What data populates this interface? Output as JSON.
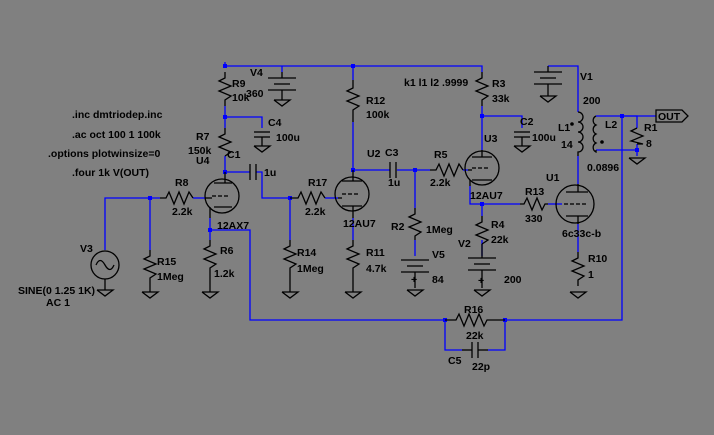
{
  "directives": [
    ".inc dmtriodep.inc",
    ".ac oct 100 1 100k",
    ".options plotwinsize=0",
    ".four 1k V(OUT)"
  ],
  "coupling_directive": "k1 l1 l2 .9999",
  "net_label_out": "OUT",
  "components": {
    "V4": {
      "name": "V4",
      "value": "360"
    },
    "R9": {
      "name": "R9",
      "value": "10k"
    },
    "R7": {
      "name": "R7",
      "value": "150k"
    },
    "C4": {
      "name": "C4",
      "value": "100u"
    },
    "U4": {
      "name": "U4",
      "value": "12AX7"
    },
    "C1": {
      "name": "C1",
      "value": "1u"
    },
    "R8": {
      "name": "R8",
      "value": "2.2k"
    },
    "R6": {
      "name": "R6",
      "value": "1.2k"
    },
    "R15": {
      "name": "R15",
      "value": "1Meg"
    },
    "V3": {
      "name": "V3",
      "value": "SINE(0 1.25 1K)",
      "value2": "AC 1"
    },
    "R12": {
      "name": "R12",
      "value": "100k"
    },
    "R17": {
      "name": "R17",
      "value": "2.2k"
    },
    "R14": {
      "name": "R14",
      "value": "1Meg"
    },
    "U2": {
      "name": "U2",
      "value": "12AU7"
    },
    "R11": {
      "name": "R11",
      "value": "4.7k"
    },
    "C3": {
      "name": "C3",
      "value": "1u"
    },
    "R5": {
      "name": "R5",
      "value": "2.2k"
    },
    "R2": {
      "name": "R2",
      "value": "1Meg"
    },
    "V5": {
      "name": "V5",
      "value": "84"
    },
    "R3": {
      "name": "R3",
      "value": "33k"
    },
    "C2": {
      "name": "C2",
      "value": "100u"
    },
    "U3": {
      "name": "U3",
      "value": "12AU7"
    },
    "R4": {
      "name": "R4",
      "value": "22k"
    },
    "V2": {
      "name": "V2",
      "value": "200"
    },
    "R13": {
      "name": "R13",
      "value": "330"
    },
    "U1": {
      "name": "U1",
      "value": "6c33c-b"
    },
    "R10": {
      "name": "R10",
      "value": "1"
    },
    "V1": {
      "name": "V1",
      "value": "200"
    },
    "L1": {
      "name": "L1",
      "value": "14"
    },
    "L2": {
      "name": "L2",
      "value": "0.0896"
    },
    "R1": {
      "name": "R1",
      "value": "8"
    },
    "R16": {
      "name": "R16",
      "value": "22k"
    },
    "C5": {
      "name": "C5",
      "value": "22p"
    }
  },
  "colors": {
    "background": "#808080",
    "wire": "#0000ff",
    "component": "#000000"
  }
}
